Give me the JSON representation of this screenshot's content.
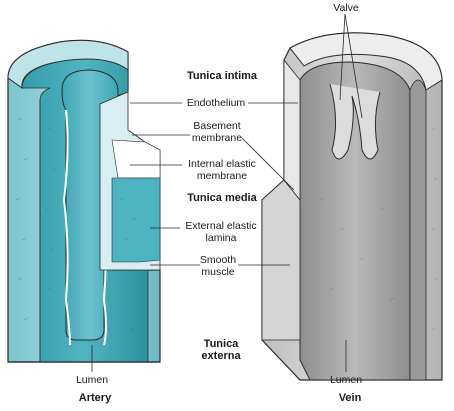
{
  "diagram": {
    "labels": {
      "valve": "Valve",
      "tunica_intima": "Tunica intima",
      "endothelium": "Endothelium",
      "basement_membrane_1": "Basement",
      "basement_membrane_2": "membrane",
      "internal_elastic_1": "Internal elastic",
      "internal_elastic_2": "membrane",
      "tunica_media": "Tunica media",
      "external_elastic_1": "External elastic",
      "external_elastic_2": "lamina",
      "smooth_muscle_1": "Smooth",
      "smooth_muscle_2": "muscle",
      "tunica_externa_1": "Tunica",
      "tunica_externa_2": "externa",
      "lumen_artery": "Lumen",
      "lumen_vein": "Lumen",
      "artery": "Artery",
      "vein": "Vein"
    },
    "colors": {
      "artery_externa": "#8fcfd6",
      "artery_media": "#3aa7b5",
      "artery_intima": "#d9eef1",
      "artery_lumen": "#55b7c4",
      "vein_externa": "#cfcfcf",
      "vein_media": "#9a9a9a",
      "vein_intima": "#efefef",
      "vein_lumen": "#a8a8a8",
      "outline": "#2a2a2a"
    }
  }
}
